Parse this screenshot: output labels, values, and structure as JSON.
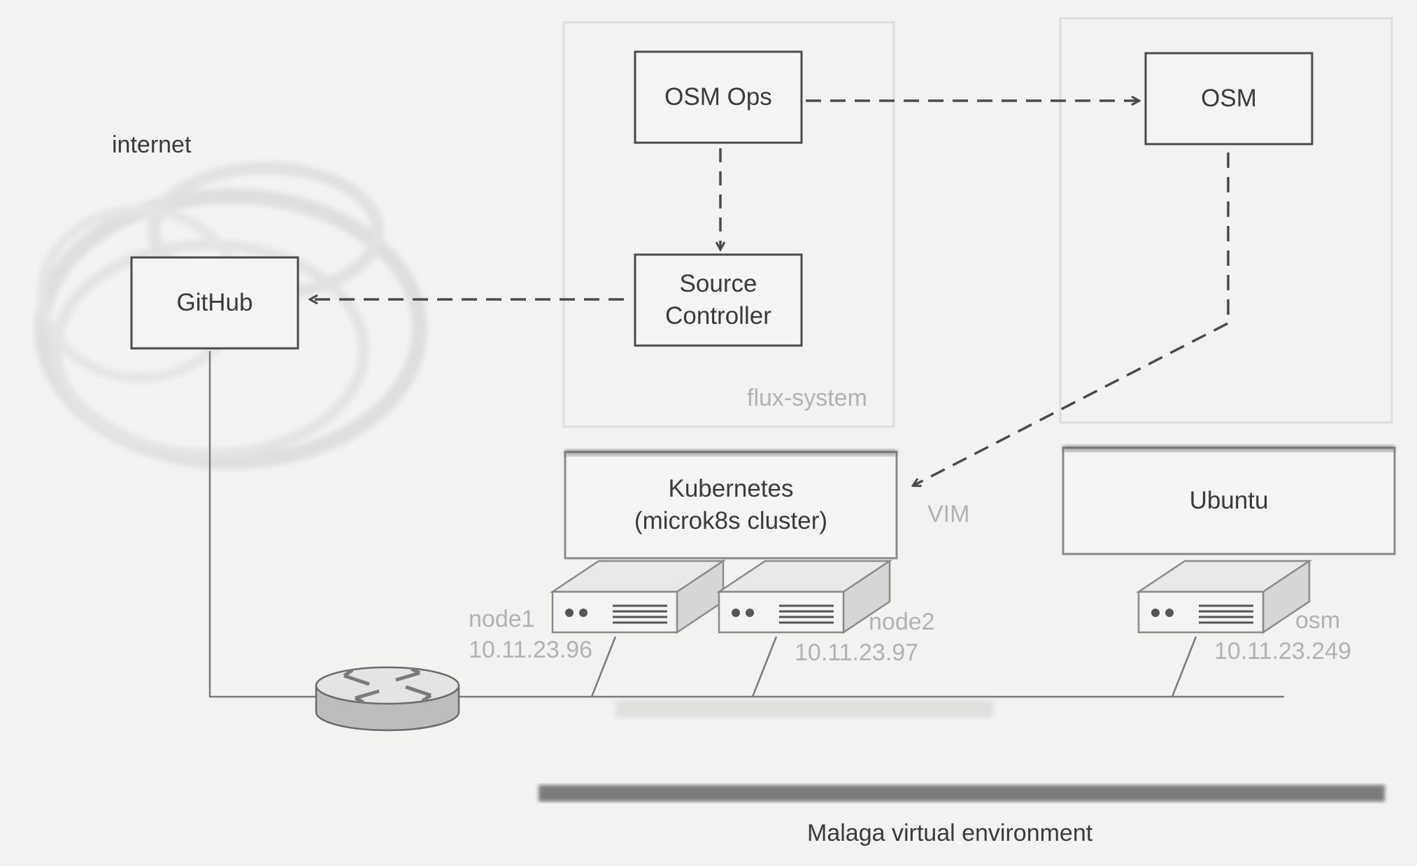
{
  "regions": {
    "internet": "internet",
    "flux": "flux-system",
    "malaga": "Malaga virtual environment"
  },
  "components": {
    "osm_ops": "OSM Ops",
    "osm": "OSM",
    "github": "GitHub",
    "source_controller_line1": "Source",
    "source_controller_line2": "Controller",
    "kubernetes_line1": "Kubernetes",
    "kubernetes_line2": "(microk8s cluster)",
    "ubuntu": "Ubuntu"
  },
  "edge_labels": {
    "vim": "VIM"
  },
  "nodes": [
    {
      "name": "node1",
      "ip": "10.11.23.96"
    },
    {
      "name": "node2",
      "ip": "10.11.23.97"
    },
    {
      "name": "osm",
      "ip": "10.11.23.249"
    }
  ],
  "colors": {
    "background": "#f2f2f1",
    "ink": "#3a3a3a",
    "faint_ink": "#b2b2b2"
  }
}
